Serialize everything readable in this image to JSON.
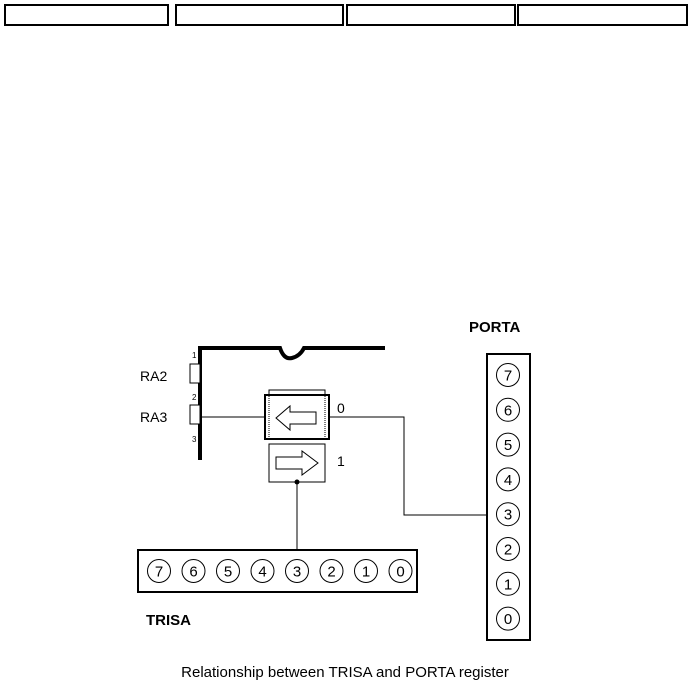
{
  "nav": {
    "buttons": [
      "",
      "",
      "",
      ""
    ]
  },
  "diagram": {
    "porta_title": "PORTA",
    "trisa_title": "TRISA",
    "pins": [
      {
        "name": "RA2",
        "number": "1"
      },
      {
        "name": "RA3",
        "number": "2"
      }
    ],
    "pin3_number": "3",
    "buffer_labels": [
      "0",
      "1"
    ],
    "porta_bits": [
      "7",
      "6",
      "5",
      "4",
      "3",
      "2",
      "1",
      "0"
    ],
    "trisa_bits": [
      "7",
      "6",
      "5",
      "4",
      "3",
      "2",
      "1",
      "0"
    ]
  },
  "caption": "Relationship between TRISA and PORTA register"
}
